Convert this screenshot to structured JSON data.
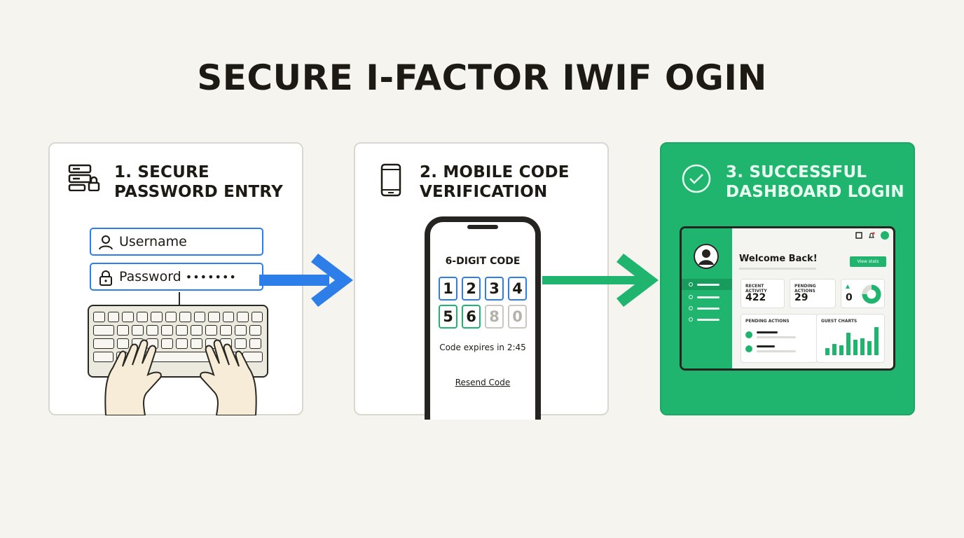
{
  "title": "SECURE I-FACTOR IWIF OGIN",
  "colors": {
    "blue": "#2d7ee8",
    "green": "#1fb56e",
    "dark": "#1d1a14",
    "background": "#f5f4ee"
  },
  "steps": [
    {
      "heading_line1": "1. SECURE",
      "heading_line2": "PASSWORD ENTRY",
      "icon": "server-lock-icon"
    },
    {
      "heading_line1": "2. MOBILE CODE",
      "heading_line2": "VERIFICATION",
      "icon": "phone-icon"
    },
    {
      "heading_line1": "3. SUCCESSFUL",
      "heading_line2": "DASHBOARD LOGIN",
      "icon": "check-circle-icon"
    }
  ],
  "login": {
    "username_label": "Username",
    "password_label": "Password",
    "password_mask": "•••••••"
  },
  "verification": {
    "code_title": "6-DIGIT CODE",
    "digits": [
      "1",
      "2",
      "3",
      "4",
      "5",
      "6",
      "8",
      "0"
    ],
    "expires_text": "Code expires in 2:45",
    "resend_label": "Resend Code"
  },
  "dashboard": {
    "welcome": "Welcome Back!",
    "view_button": "View stats",
    "recent_activity_label": "RECENT ACTIVITY",
    "recent_activity_value": "422",
    "pending_actions_label": "PENDING ACTIONS",
    "pending_actions_value": "29",
    "third_value": "0",
    "pending_actions_card_label": "PENDING ACTIONS",
    "guest_charts_label": "GUEST CHARTS",
    "chart_bars": [
      0.25,
      0.4,
      0.35,
      0.8,
      0.55,
      0.6,
      0.5,
      1.0
    ]
  }
}
